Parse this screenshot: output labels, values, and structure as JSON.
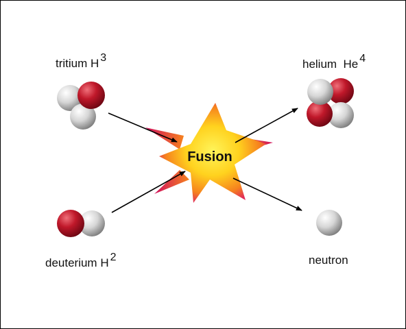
{
  "labels": {
    "tritium": {
      "name": "tritium H",
      "sup": "3"
    },
    "helium": {
      "name": "helium  He",
      "sup": "4"
    },
    "deuterium": {
      "name": "deuterium H",
      "sup": "2"
    },
    "neutron": {
      "name": "neutron"
    }
  },
  "center": {
    "text": "Fusion"
  },
  "colors": {
    "proton": "#b0101f",
    "neutron": "#d8d8d8",
    "star_core": "#ffee33",
    "star_edge": "#f05a1e",
    "star_tip": "#e0106a",
    "arrow": "#000000"
  }
}
